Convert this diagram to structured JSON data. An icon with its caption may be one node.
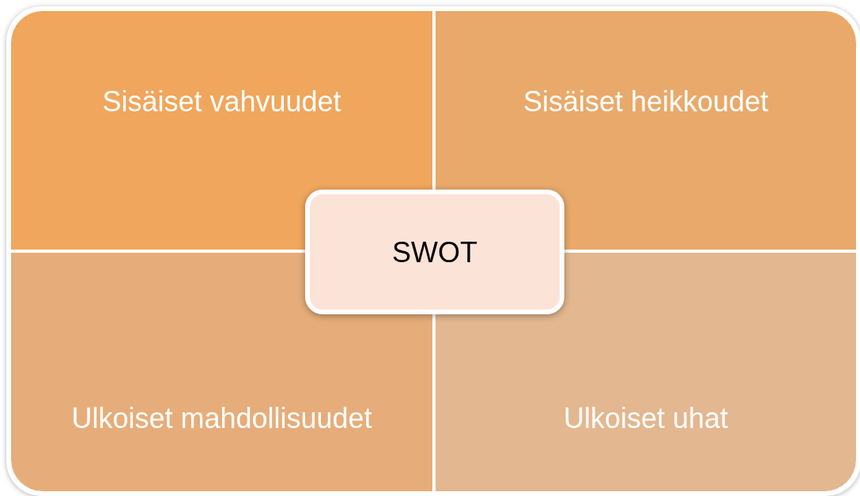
{
  "diagram": {
    "nodes": [
      {
        "text": [
          "Sisäiset vahvuudet"
        ]
      },
      {
        "text": [
          "Sisäiset heikkoudet"
        ]
      },
      {
        "text": [
          "SWOT"
        ]
      },
      {
        "text": [
          "Ulkoiset mahdollisuudet"
        ]
      },
      {
        "text": [
          "Ulkoiset uhat"
        ]
      }
    ]
  }
}
